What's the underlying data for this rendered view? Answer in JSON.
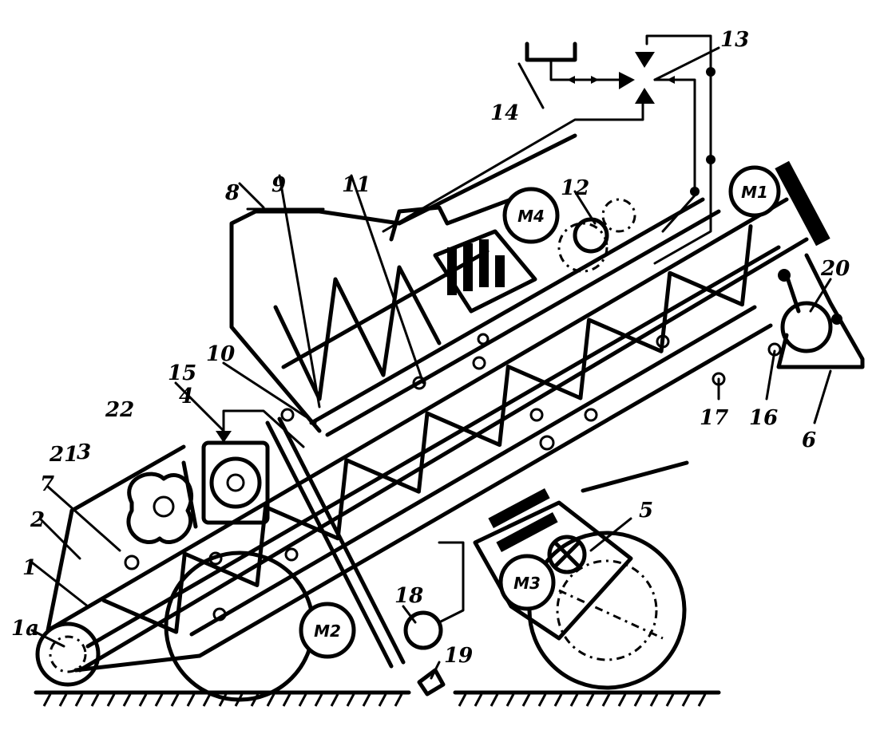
{
  "labels": {
    "l1": "1",
    "l1a": "1a",
    "l2": "2",
    "l3": "3",
    "l4": "4",
    "l5": "5",
    "l6": "6",
    "l7": "7",
    "l8": "8",
    "l9": "9",
    "l10": "10",
    "l11": "11",
    "l12": "12",
    "l13": "13",
    "l14": "14",
    "l15": "15",
    "l16": "16",
    "l17": "17",
    "l18": "18",
    "l19": "19",
    "l20": "20",
    "l21": "21",
    "l22": "22"
  },
  "motors": {
    "m1": "M1",
    "m2": "M2",
    "m3": "M3",
    "m4": "M4"
  }
}
